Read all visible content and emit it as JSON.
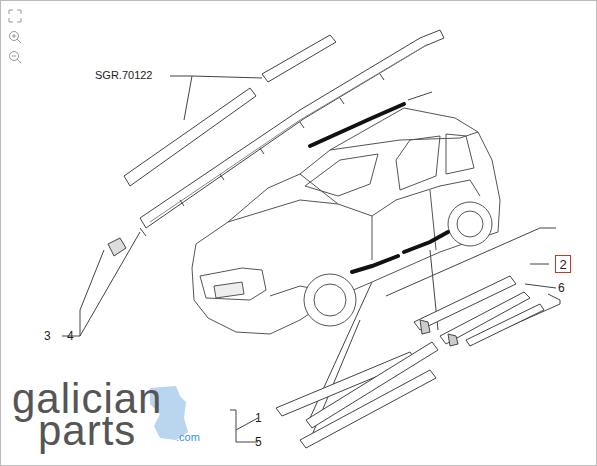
{
  "diagram": {
    "nodes": [
      {
        "text": [
          "2"
        ]
      }
    ],
    "labels": [
      "SGR.70122",
      "4",
      "3",
      "6",
      "1",
      "5",
      "galician",
      "parts",
      ".com"
    ]
  }
}
